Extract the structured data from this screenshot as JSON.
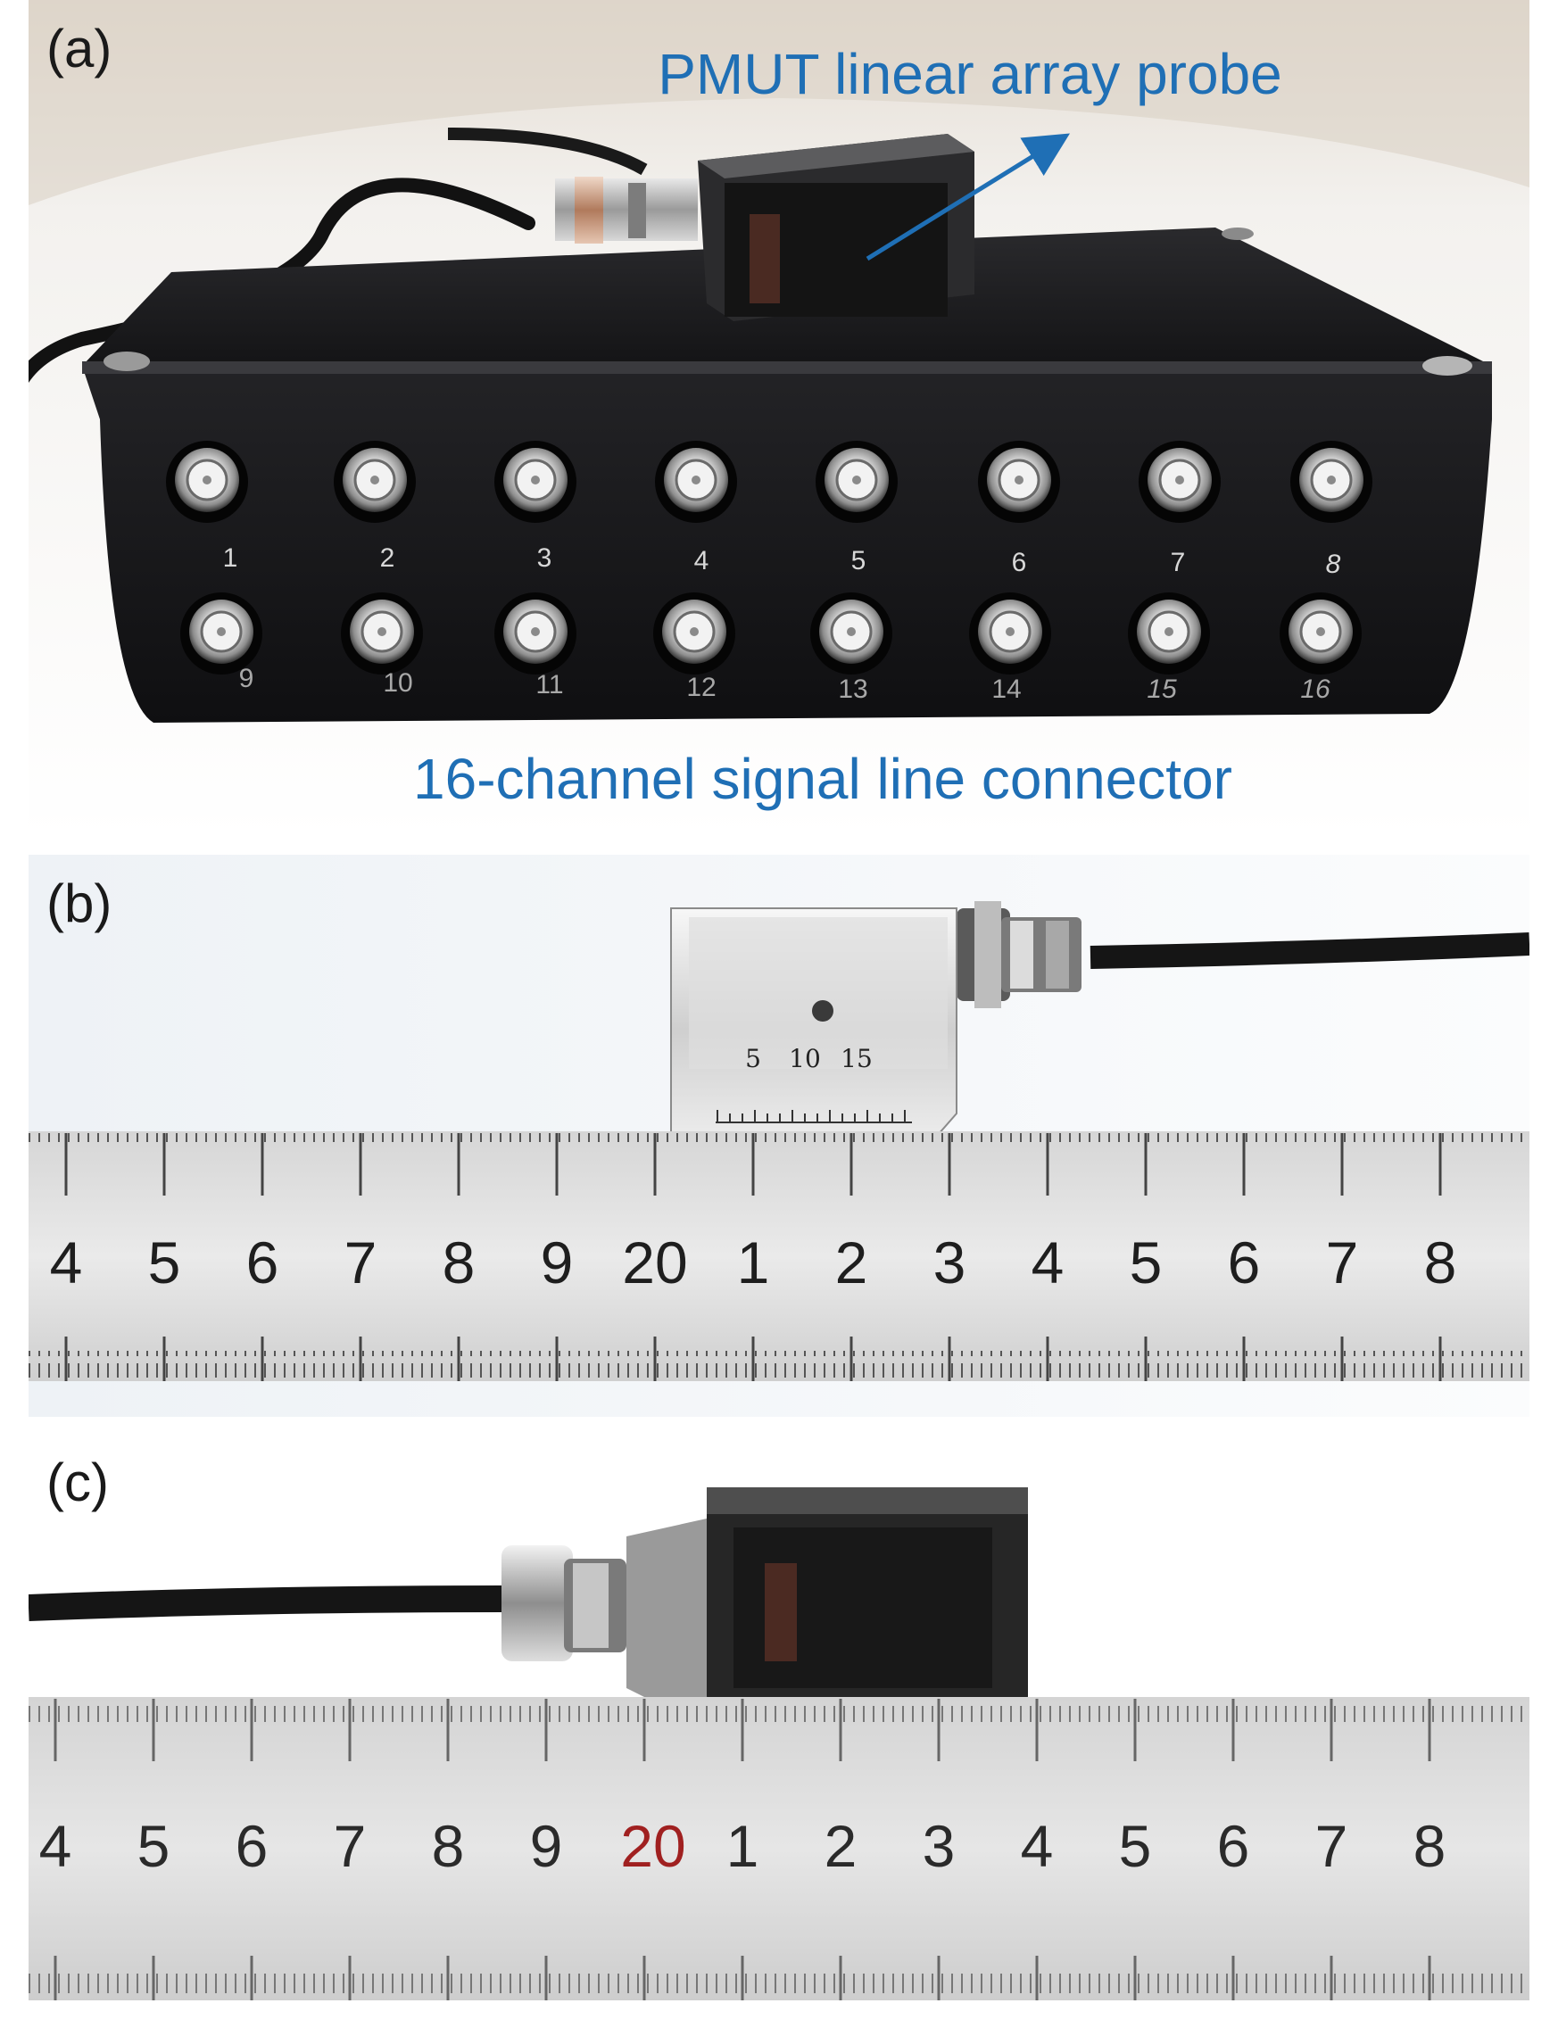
{
  "panel_a": {
    "label": "(a)",
    "probe_caption": "PMUT linear array probe",
    "connector_caption": "16-channel signal line connector",
    "channels_row1": [
      "1",
      "2",
      "3",
      "4",
      "5",
      "6",
      "7",
      "8"
    ],
    "channels_row2": [
      "9",
      "10",
      "11",
      "12",
      "13",
      "14",
      "15",
      "16"
    ]
  },
  "panel_b": {
    "label": "(b)",
    "probe_scale": [
      "5",
      "10",
      "15"
    ],
    "ruler_numbers": [
      "4",
      "5",
      "6",
      "7",
      "8",
      "9",
      "20",
      "1",
      "2",
      "3",
      "4",
      "5",
      "6",
      "7",
      "8"
    ]
  },
  "panel_c": {
    "label": "(c)",
    "ruler_numbers": [
      "4",
      "5",
      "6",
      "7",
      "8",
      "9",
      "20",
      "1",
      "2",
      "3",
      "4",
      "5",
      "6",
      "7",
      "8"
    ]
  },
  "colors": {
    "caption_blue": "#1f6fb5",
    "ruler_red": "#a02020",
    "box_black": "#1c1c1e"
  }
}
